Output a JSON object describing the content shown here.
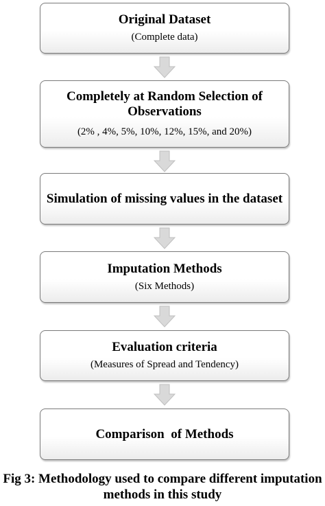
{
  "steps": [
    {
      "title": "Original Dataset",
      "subtitle": "(Complete data)"
    },
    {
      "title": "Completely at Random Selection of Observations",
      "subtitle": "(2% , 4%, 5%, 10%, 12%, 15%, and 20%)"
    },
    {
      "title": "Simulation of missing values in the dataset",
      "subtitle": ""
    },
    {
      "title": "Imputation Methods",
      "subtitle": "(Six Methods)"
    },
    {
      "title": "Evaluation criteria",
      "subtitle": "(Measures of Spread and Tendency)"
    },
    {
      "title": "Comparison  of Methods",
      "subtitle": ""
    }
  ],
  "caption": {
    "line1": "Fig 3: Methodology used to compare different imputation",
    "line2": "methods in this study"
  },
  "colors": {
    "box_border": "#7a7a7a",
    "arrow_fill": "#d9d9d9",
    "arrow_stroke": "#bfbfbf"
  }
}
